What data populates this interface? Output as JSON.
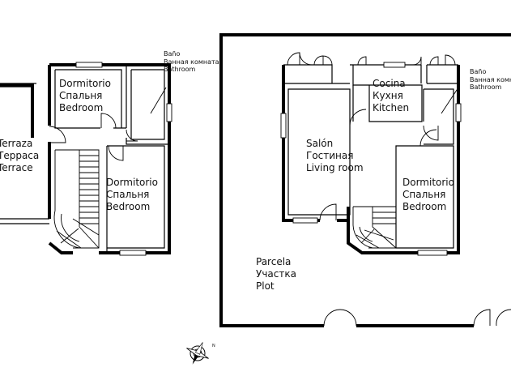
{
  "plan": {
    "rooms": {
      "upper_bedroom_1": [
        "Dormitorio",
        "Спальня",
        "Bedroom"
      ],
      "upper_bathroom": [
        "Baño",
        "Ванная комната",
        "Bathroom"
      ],
      "upper_bedroom_2": [
        "Dormitorio",
        "Спальня",
        "Bedroom"
      ],
      "terrace": [
        "Terraza",
        "Терраса",
        "Terrace"
      ],
      "ground_kitchen": [
        "Cocina",
        "Кухня",
        "Kitchen"
      ],
      "ground_bathroom": [
        "Baño",
        "Ванная комната",
        "Bathroom"
      ],
      "ground_living": [
        "Salón",
        "Гостиная",
        "Living room"
      ],
      "ground_bedroom": [
        "Dormitorio",
        "Спальня",
        "Bedroom"
      ],
      "plot": [
        "Parcela",
        "Участка",
        "Plot"
      ]
    },
    "compass": {
      "north_label": "N"
    }
  }
}
